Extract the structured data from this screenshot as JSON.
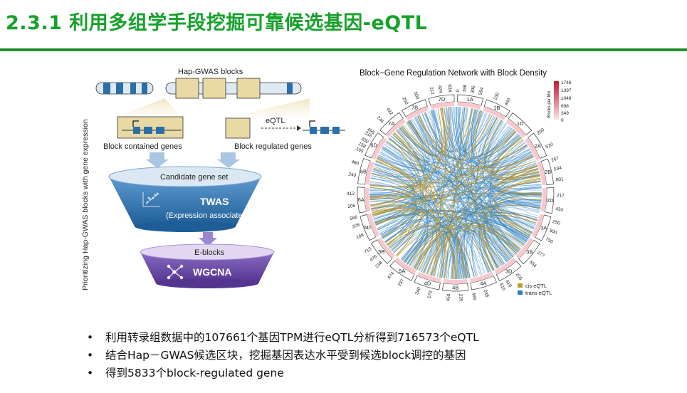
{
  "slide": {
    "title": "2.3.1 利用多组学手段挖掘可靠候选基因-eQTL",
    "bullets": [
      "利用转录组数据中的107661个基因TPM进行eQTL分析得到716573个eQTL",
      "结合Hap－GWAS候选区块，挖掘基因表达水平受到候选block调控的基因",
      "得到5833个block-regulated gene"
    ]
  },
  "pipeline": {
    "side_label": "Prioritizing Hap-GWAS blocks with gene expression",
    "hap_gwas_label": "Hap-GWAS blocks",
    "eqtl_label": "eQTL",
    "block_contained_label": "Block contained genes",
    "block_regulated_label": "Block regulated genes",
    "candidate_label": "Candidate gene set",
    "twas_label": "TWAS",
    "twas_sub": "(Expression associated)",
    "eblocks_label": "E-blocks",
    "wgcna_label": "WGCNA",
    "colors": {
      "blue_dark": "#2a6fa9",
      "blue_light": "#c9dced",
      "purple": "#6a4aa5",
      "purple_light": "#c9b8e6",
      "tan": "#e8d9a5"
    }
  },
  "circos": {
    "title": "Block−Gene Regulation Network with Block Density",
    "legend_title": "Blocks per Mb",
    "legend_values": [
      "1746",
      "1397",
      "1048",
      "698",
      "349",
      "0"
    ],
    "link_legend": [
      {
        "label": "cis eQTL",
        "color": "#c49a2a"
      },
      {
        "label": "trans eQTL",
        "color": "#2a7fc4"
      }
    ],
    "chromosomes": [
      "1A",
      "1B",
      "1D",
      "2A",
      "2B",
      "2D",
      "3A",
      "3B",
      "3D",
      "4A",
      "4B",
      "4D",
      "5A",
      "5B",
      "5D",
      "6A",
      "6B",
      "6D",
      "7A",
      "7B",
      "7D"
    ],
    "tick_labels": [
      {
        "text": "0",
        "chr": "1A",
        "at": 0.0
      },
      {
        "text": "198",
        "chr": "1A",
        "at": 0.25
      },
      {
        "text": "396",
        "chr": "1A",
        "at": 0.55
      },
      {
        "text": "594",
        "chr": "1A",
        "at": 0.85
      },
      {
        "text": "230",
        "chr": "1B",
        "at": 0.3
      },
      {
        "text": "460",
        "chr": "1B",
        "at": 0.75
      },
      {
        "text": "260",
        "chr": "2A",
        "at": 0.1
      },
      {
        "text": "520",
        "chr": "2A",
        "at": 0.7
      },
      {
        "text": "267",
        "chr": "2B",
        "at": 0.1
      },
      {
        "text": "534",
        "chr": "2B",
        "at": 0.45
      },
      {
        "text": "801",
        "chr": "2B",
        "at": 0.85
      },
      {
        "text": "217",
        "chr": "2D",
        "at": 0.3
      },
      {
        "text": "434",
        "chr": "2D",
        "at": 0.8
      },
      {
        "text": "250",
        "chr": "3A",
        "at": 0.15
      },
      {
        "text": "500",
        "chr": "3A",
        "at": 0.5
      },
      {
        "text": "750",
        "chr": "3A",
        "at": 0.85
      },
      {
        "text": "277",
        "chr": "3B",
        "at": 0.3
      },
      {
        "text": "554",
        "chr": "3B",
        "at": 0.75
      },
      {
        "text": "205",
        "chr": "3D",
        "at": 0.3
      },
      {
        "text": "410",
        "chr": "3D",
        "at": 0.75
      },
      {
        "text": "615",
        "chr": "3D",
        "at": 1.0
      },
      {
        "text": "248",
        "chr": "4A",
        "at": 0.5
      },
      {
        "text": "496",
        "chr": "4A",
        "at": 0.95
      },
      {
        "text": "225",
        "chr": "4B",
        "at": 0.3
      },
      {
        "text": "450",
        "chr": "4B",
        "at": 0.75
      },
      {
        "text": "170",
        "chr": "4D",
        "at": 0.3
      },
      {
        "text": "340",
        "chr": "4D",
        "at": 0.75
      },
      {
        "text": "237",
        "chr": "5A",
        "at": 0.3
      },
      {
        "text": "474",
        "chr": "5A",
        "at": 0.75
      },
      {
        "text": "238",
        "chr": "5B",
        "at": 0.2
      },
      {
        "text": "476",
        "chr": "5B",
        "at": 0.5
      },
      {
        "text": "713",
        "chr": "5B",
        "at": 0.85
      },
      {
        "text": "189",
        "chr": "5D",
        "at": 0.3
      },
      {
        "text": "378",
        "chr": "5D",
        "at": 0.7
      },
      {
        "text": "566",
        "chr": "5D",
        "at": 1.0
      },
      {
        "text": "206",
        "chr": "6A",
        "at": 0.3
      },
      {
        "text": "412",
        "chr": "6A",
        "at": 0.75
      },
      {
        "text": "240",
        "chr": "6B",
        "at": 0.3
      },
      {
        "text": "480",
        "chr": "6B",
        "at": 0.75
      },
      {
        "text": "158",
        "chr": "6D",
        "at": 0.3
      },
      {
        "text": "316",
        "chr": "6D",
        "at": 0.75
      },
      {
        "text": "246",
        "chr": "7A",
        "at": 0.3
      },
      {
        "text": "492",
        "chr": "7A",
        "at": 0.75
      },
      {
        "text": "250",
        "chr": "7B",
        "at": 0.3
      },
      {
        "text": "500",
        "chr": "7B",
        "at": 0.75
      },
      {
        "text": "212",
        "chr": "7D",
        "at": 0.2
      },
      {
        "text": "424",
        "chr": "7D",
        "at": 0.5
      },
      {
        "text": "636",
        "chr": "7D",
        "at": 0.85
      },
      {
        "text": "165",
        "chr": "6D",
        "at": 0.1
      },
      {
        "text": "330",
        "chr": "6D",
        "at": 0.5
      },
      {
        "text": "495",
        "chr": "6D",
        "at": 0.9
      }
    ]
  }
}
